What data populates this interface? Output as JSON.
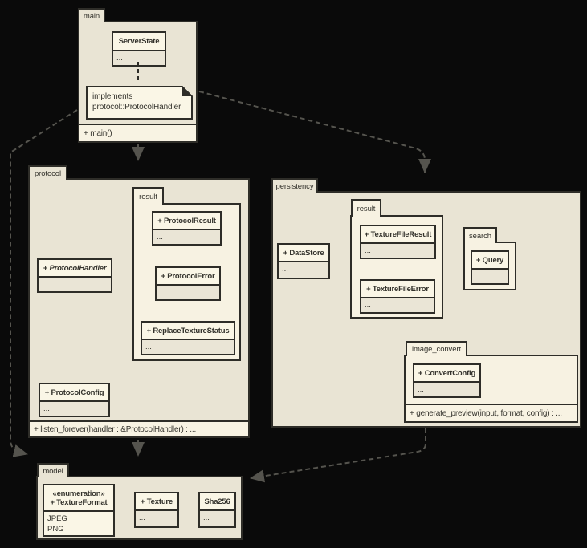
{
  "diagram": {
    "colors": {
      "background": "#0a0a0a",
      "package_fill": "#e9e4d4",
      "nested_package_fill": "#f7f2e2",
      "class_title_fill": "#faf6e6",
      "class_attr_fill": "#eae5d6",
      "border": "#2e2d28",
      "dependency_arrow": "#55544e"
    }
  },
  "main_pkg": {
    "tab": "main",
    "operation": "+ main()",
    "server_state": {
      "title": "ServerState",
      "body": "..."
    },
    "note": {
      "line1": "implements",
      "line2": "protocol::ProtocolHandler"
    }
  },
  "protocol_pkg": {
    "tab": "protocol",
    "operation": "+ listen_forever(handler : &ProtocolHandler) : ...",
    "result_tab": "result",
    "protocol_result": {
      "title": "+ ProtocolResult",
      "body": "..."
    },
    "protocol_error": {
      "title": "+ ProtocolError",
      "body": "..."
    },
    "replace_texture_status": {
      "title": "+ ReplaceTextureStatus",
      "body": "..."
    },
    "protocol_handler": {
      "title": "+ ProtocolHandler",
      "body": "..."
    },
    "protocol_config": {
      "title": "+ ProtocolConfig",
      "body": "..."
    }
  },
  "persistency_pkg": {
    "tab": "persistency",
    "data_store": {
      "title": "+ DataStore",
      "body": "..."
    },
    "result_tab": "result",
    "texture_file_result": {
      "title": "+ TextureFileResult",
      "body": "..."
    },
    "texture_file_error": {
      "title": "+ TextureFileError",
      "body": "..."
    },
    "search_tab": "search",
    "query": {
      "title": "+ Query",
      "body": "..."
    },
    "image_convert_tab": "image_convert",
    "image_convert_operation": "+ generate_preview(input, format, config) : ...",
    "convert_config": {
      "title": "+ ConvertConfig",
      "body": "..."
    }
  },
  "model_pkg": {
    "tab": "model",
    "texture_format": {
      "stereotype": "«enumeration»",
      "title": "+ TextureFormat",
      "value1": "JPEG",
      "value2": "PNG"
    },
    "texture": {
      "title": "+ Texture",
      "body": "..."
    },
    "sha256": {
      "title": "Sha256",
      "body": "..."
    }
  }
}
